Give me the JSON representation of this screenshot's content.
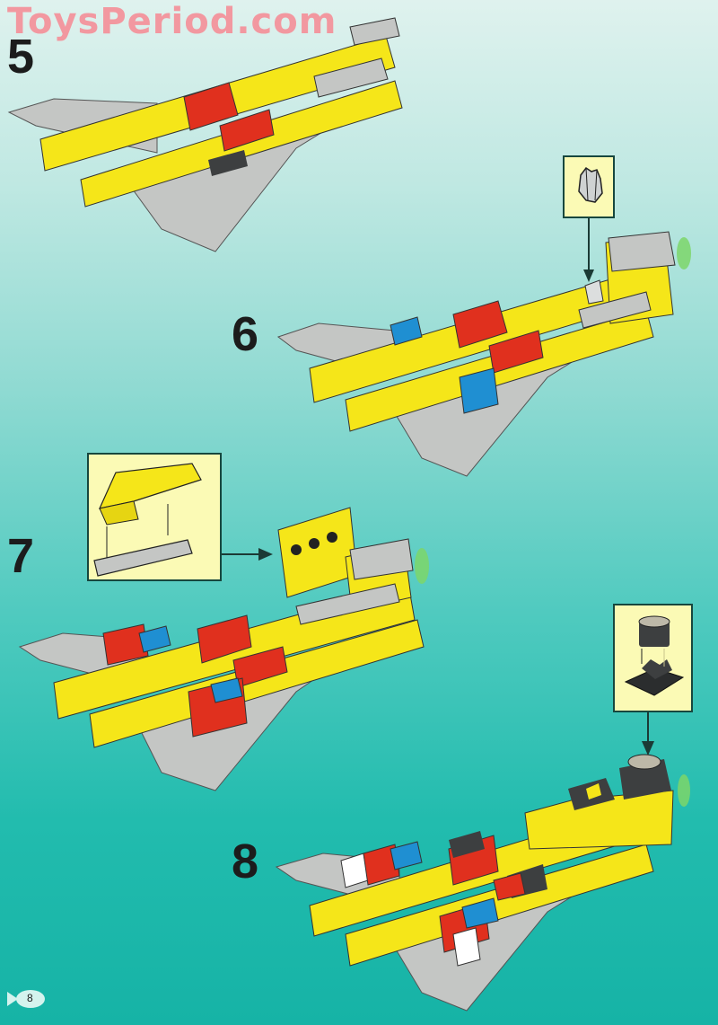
{
  "watermark": "ToysPeriod.com",
  "page": {
    "number": "8"
  },
  "steps": [
    {
      "number": "5",
      "description": "Base plane assembly with grey wing plates, yellow bricks, red bricks, grey tiles"
    },
    {
      "number": "6",
      "description": "Add blue bricks and crystal element",
      "callout": "crystal-element"
    },
    {
      "number": "7",
      "description": "Add yellow hinged canopy with red/blue bricks",
      "callout": "hinge-canopy-assembly"
    },
    {
      "number": "8",
      "description": "Add dark grey radar dish, white bricks and dark grey slopes",
      "callout": "dark-grey-cylinder-on-plate"
    }
  ],
  "colors": {
    "yellow": "#f5e619",
    "red": "#e0301e",
    "blue": "#1f8fd2",
    "grey": "#c4c6c4",
    "dark_grey": "#3d3f40",
    "green_transparent": "#7cd66a",
    "callout_bg": "#fbfab5"
  }
}
